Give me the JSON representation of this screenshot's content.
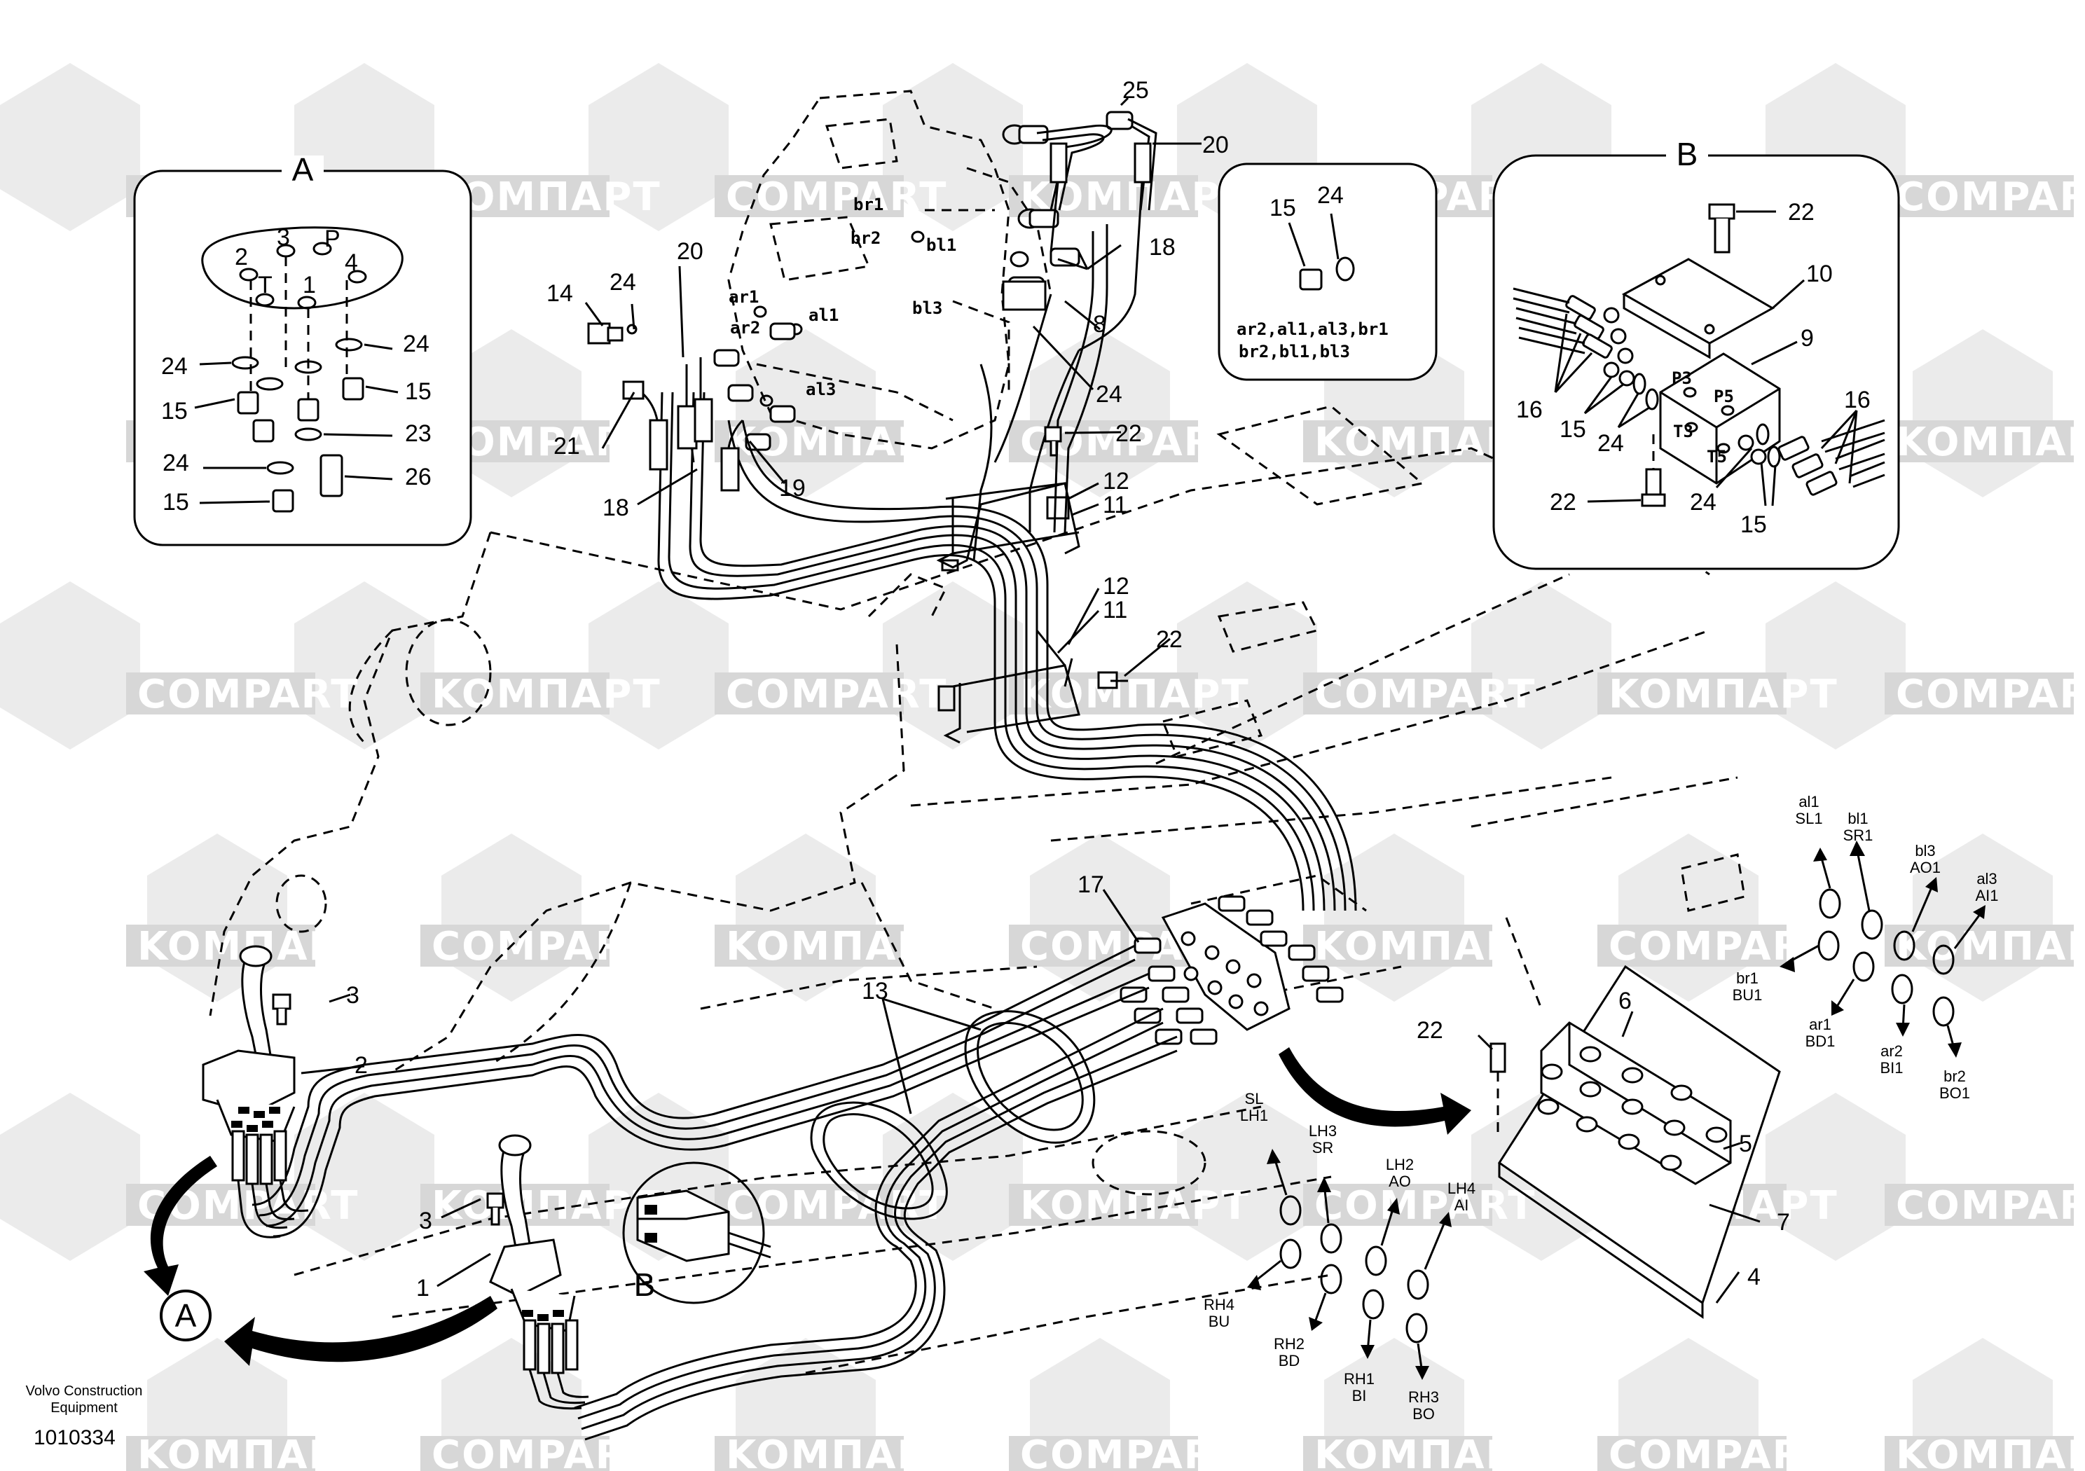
{
  "watermark": "COMPART",
  "watermark_alt": "KOMПАРТ",
  "detail_a": {
    "title": "A",
    "labels": {
      "n2": "2",
      "n3": "3",
      "P": "P",
      "n4": "4",
      "T": "T",
      "n1": "1"
    },
    "callouts": [
      "24",
      "24",
      "15",
      "15",
      "24",
      "23",
      "15",
      "26",
      "15"
    ]
  },
  "detail_b": {
    "title": "B",
    "callouts": [
      "22",
      "10",
      "9",
      "16",
      "15",
      "24",
      "16",
      "22",
      "24",
      "15"
    ],
    "ports": [
      "P3",
      "P5",
      "T3",
      "T5"
    ]
  },
  "inset_ports": {
    "callouts": [
      "15",
      "24"
    ],
    "line1": "ar2,al1,al3,br1",
    "line2": "br2,bl1,bl3"
  },
  "valve_ports": [
    "br1",
    "br2",
    "bl1",
    "ar1",
    "al1",
    "ar2",
    "al3",
    "bl3"
  ],
  "callouts_main": [
    "25",
    "20",
    "20",
    "18",
    "14",
    "24",
    "8",
    "24",
    "22",
    "21",
    "18",
    "19",
    "12",
    "11",
    "12",
    "11",
    "22",
    "17",
    "13",
    "3",
    "2",
    "3",
    "1",
    "6",
    "22",
    "5",
    "7",
    "4"
  ],
  "markers": {
    "A": "A",
    "B": "B"
  },
  "right_ports": [
    {
      "top": "al1",
      "bot": "SL1"
    },
    {
      "top": "bl1",
      "bot": "SR1"
    },
    {
      "top": "bl3",
      "bot": "AO1"
    },
    {
      "top": "al3",
      "bot": "AI1"
    },
    {
      "top": "br1",
      "bot": "BU1"
    },
    {
      "top": "ar1",
      "bot": "BD1"
    },
    {
      "top": "ar2",
      "bot": "BI1"
    },
    {
      "top": "br2",
      "bot": "BO1"
    }
  ],
  "left_ports": [
    {
      "top": "SL",
      "bot": "LH1"
    },
    {
      "top": "LH3",
      "bot": "SR"
    },
    {
      "top": "LH2",
      "bot": "AO"
    },
    {
      "top": "LH4",
      "bot": "AI"
    },
    {
      "top": "RH4",
      "bot": "BU"
    },
    {
      "top": "RH2",
      "bot": "BD"
    },
    {
      "top": "RH1",
      "bot": "BI"
    },
    {
      "top": "RH3",
      "bot": "BO"
    }
  ],
  "footer": {
    "brand_line1": "Volvo Construction",
    "brand_line2": "Equipment",
    "code": "1010334"
  }
}
